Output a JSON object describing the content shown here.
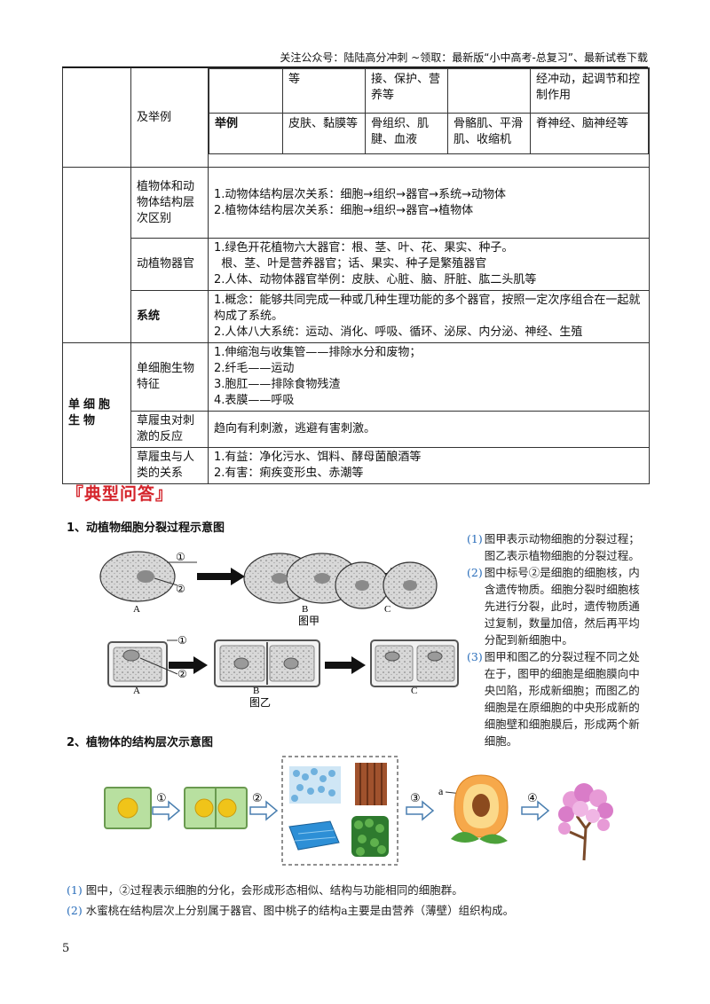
{
  "header": {
    "text": "关注公众号：陆陆高分冲刺  ~领取：最新版“小中高考-总复习”、最新试卷下载"
  },
  "table": {
    "row_example_label": "及举例",
    "inner_top": [
      "",
      "等",
      "接、保护、营养等",
      "",
      "经冲动，起调节和控制作用"
    ],
    "inner_example": [
      "举例",
      "皮肤、黏膜等",
      "骨组织、肌腱、血液",
      "骨骼肌、平滑肌、收缩机",
      "脊神经、脑神经等"
    ],
    "rows": [
      {
        "label": "植物体和动物体结构层次区别",
        "lines": [
          "1.动物体结构层次关系：细胞→组织→器官→系统→动物体",
          "2.植物体结构层次关系：细胞→组织→器官→植物体"
        ]
      },
      {
        "label": "动植物器官",
        "lines": [
          "1.绿色开花植物六大器官：根、茎、叶、花、果实、种子。",
          "  根、茎、叶是营养器官；话、果实、种子是繁殖器官",
          "2.人体、动物体器官举例：皮肤、心脏、脑、肝脏、肱二头肌等"
        ]
      },
      {
        "label": "系统",
        "lines": [
          "1.概念：能够共同完成一种或几种生理功能的多个器官，按照一定次序组合在一起就构成了系统。",
          "2.人体八大系统：运动、消化、呼吸、循环、泌尿、内分泌、神经、生殖"
        ]
      }
    ],
    "group2_label": "单细胞生物",
    "group2_rows": [
      {
        "label": "单细胞生物特征",
        "lines": [
          "1.伸缩泡与收集管——排除水分和废物；",
          "2.纤毛——运动",
          "3.胞肛——排除食物残渣",
          "4.表膜——呼吸"
        ]
      },
      {
        "label": "草履虫对刺激的反应",
        "lines": [
          "趋向有利刺激，逃避有害刺激。"
        ]
      },
      {
        "label": "草履虫与人类的关系",
        "lines": [
          "1.有益：净化污水、饵料、酵母菌酿酒等",
          "2.有害：痢疾变形虫、赤潮等"
        ]
      }
    ]
  },
  "section_title": "『典型问答』",
  "fig1": {
    "title": "1、动植物细胞分裂过程示意图",
    "label_jia": "图甲",
    "label_yi": "图乙",
    "stage_labels": [
      "A",
      "B",
      "C"
    ],
    "markers": [
      "①",
      "②"
    ]
  },
  "qa1": [
    {
      "num": "(1)",
      "text": "图甲表示动物细胞的分裂过程；图乙表示植物细胞的分裂过程。"
    },
    {
      "num": "(2)",
      "text": "图中标号②是细胞的细胞核，内含遗传物质。细胞分裂时细胞核先进行分裂，此时，遗传物质通过复制，数量加倍，然后再平均分配到新细胞中。"
    },
    {
      "num": "(3)",
      "text": "图甲和图乙的分裂过程不同之处在于，图甲的细胞是细胞膜向中央凹陷，形成新细胞；而图乙的细胞是在原细胞的中央形成新的细胞壁和细胞膜后，形成两个新细胞。"
    }
  ],
  "fig2": {
    "title": "2、植物体的结构层次示意图",
    "steps": [
      "①",
      "②",
      "③",
      "④"
    ],
    "label_a": "a"
  },
  "qa2": [
    {
      "num": "(1)",
      "text": "图中，②过程表示细胞的分化，会形成形态相似、结构与功能相同的细胞群。"
    },
    {
      "num": "(2)",
      "text": "水蜜桃在结构层次上分别属于器官、图中桃子的结构a主要是由营养（薄壁）组织构成。"
    }
  ],
  "page_number": "5",
  "colors": {
    "accent_red": "#d4232a",
    "qa_blue": "#2a6ebb",
    "cell_green": "#8cc96b",
    "nucleus_yellow": "#f0c419"
  }
}
